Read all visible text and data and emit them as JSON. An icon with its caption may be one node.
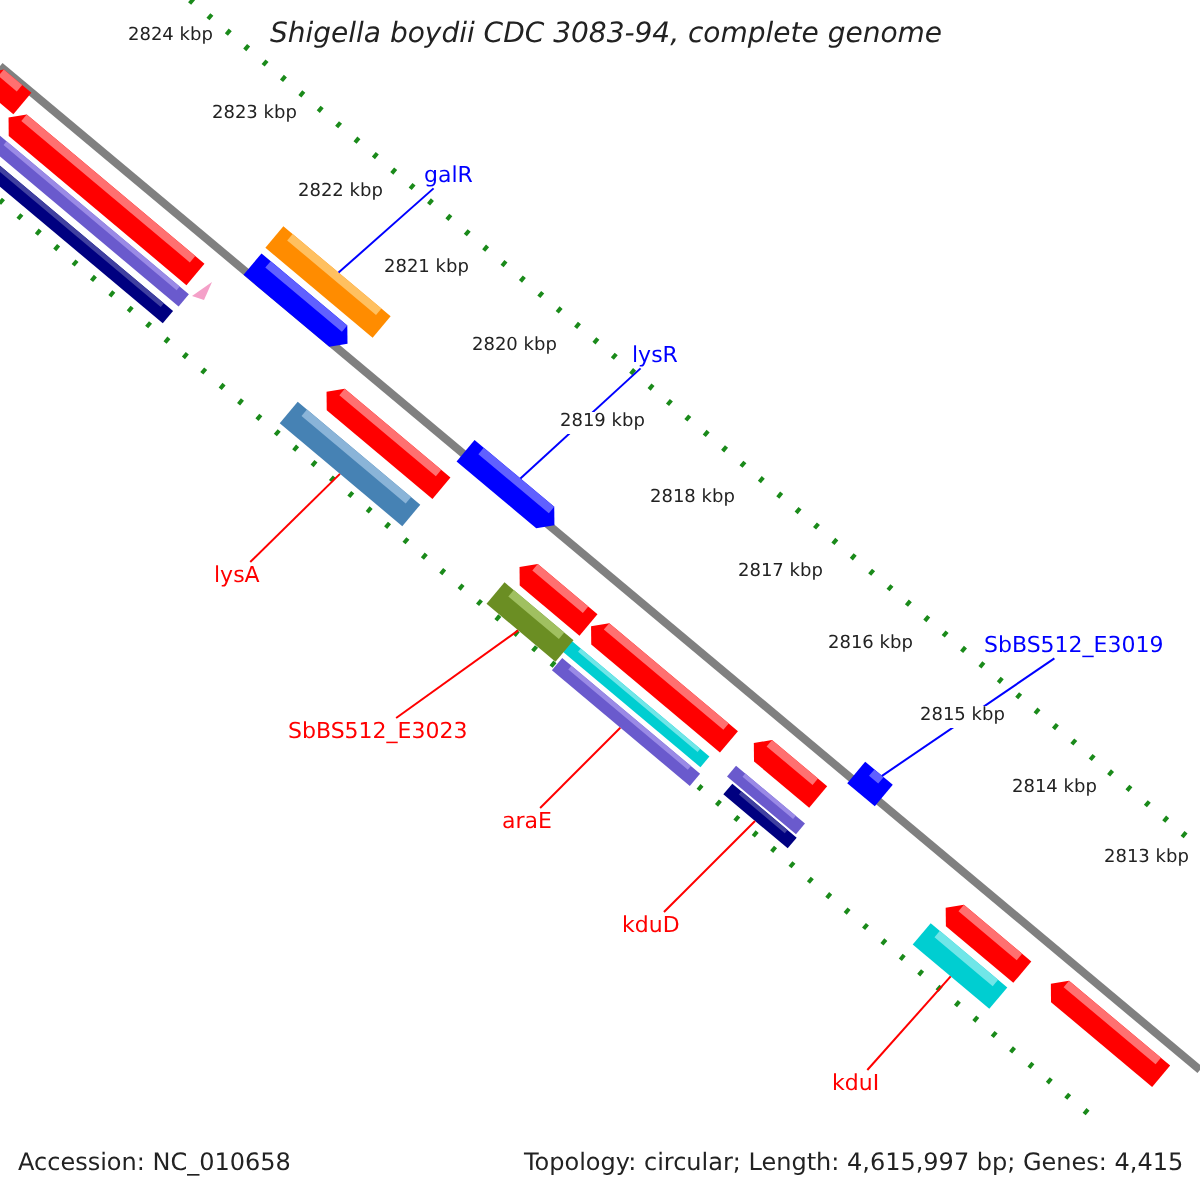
{
  "diagram": {
    "title": "Shigella boydii CDC 3083-94, complete genome",
    "nodes": [
      {
        "text": [
          "galR"
        ]
      },
      {
        "text": [
          "lysR"
        ]
      },
      {
        "text": [
          "SbBS512_E3019"
        ]
      },
      {
        "text": [
          "lysA"
        ]
      },
      {
        "text": [
          "SbBS512_E3023"
        ]
      },
      {
        "text": [
          "araE"
        ]
      },
      {
        "text": [
          "kduD"
        ]
      },
      {
        "text": [
          "kduI"
        ]
      },
      {
        "text": [],
        "shape": "bar"
      },
      {
        "text": [],
        "shape": "bar"
      },
      {
        "text": [],
        "shape": "bar"
      },
      {
        "text": [],
        "shape": "bar"
      },
      {
        "text": [],
        "shape": "bar"
      },
      {
        "text": [],
        "shape": "bar"
      },
      {
        "text": [],
        "shape": "bar"
      },
      {
        "text": [],
        "shape": "bar"
      }
    ],
    "edges": [
      {
        "from": 0,
        "to": 8,
        "arrow": "none",
        "color": "#0000ff"
      },
      {
        "from": 1,
        "to": 9,
        "arrow": "none",
        "color": "#0000ff"
      },
      {
        "from": 2,
        "to": 10,
        "arrow": "none",
        "color": "#0000ff"
      },
      {
        "from": 3,
        "to": 11,
        "arrow": "none"
      },
      {
        "from": 4,
        "to": 12,
        "arrow": "none"
      },
      {
        "from": 5,
        "to": 13,
        "arrow": "none"
      },
      {
        "from": 6,
        "to": 14,
        "arrow": "none"
      },
      {
        "from": 7,
        "to": 15,
        "arrow": "none"
      }
    ],
    "labels": [
      "2824 kbp",
      "2823 kbp",
      "2822 kbp",
      "2821 kbp",
      "2820 kbp",
      "2819 kbp",
      "2818 kbp",
      "2817 kbp",
      "2816 kbp",
      "2815 kbp",
      "2814 kbp",
      "2813 kbp",
      "Accession: NC_010658",
      "Topology: circular; Length: 4,615,997 bp; Genes: 4,415"
    ]
  }
}
